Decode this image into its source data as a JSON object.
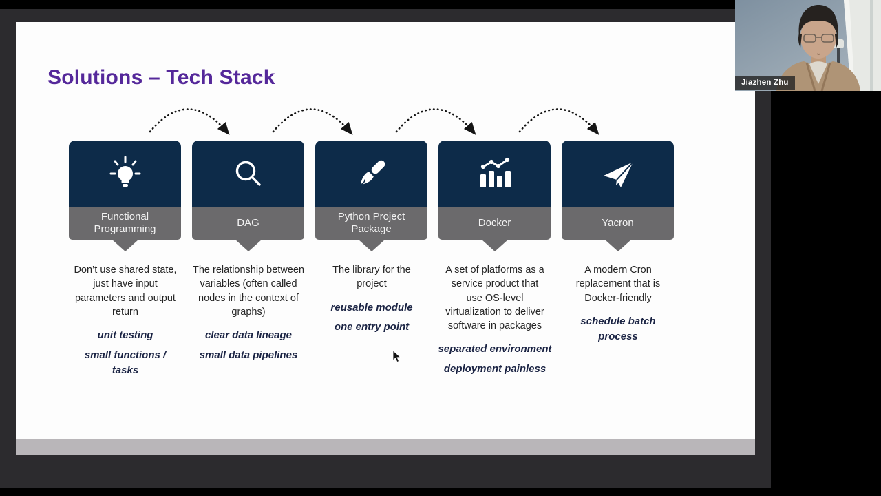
{
  "webcam": {
    "presenter_name": "Jiazhen Zhu"
  },
  "slide": {
    "title": "Solutions – Tech Stack",
    "cards": [
      {
        "icon": "lightbulb-icon",
        "label": "Functional Programming",
        "description": "Don’t use shared state, just have input parameters and output return",
        "highlights": [
          "unit testing",
          "small functions /\ntasks"
        ]
      },
      {
        "icon": "magnifier-icon",
        "label": "DAG",
        "description": "The relationship between variables (often called nodes in the context of graphs)",
        "highlights": [
          "clear data lineage",
          "small data pipelines"
        ]
      },
      {
        "icon": "paintbrush-icon",
        "label": "Python Project Package",
        "description": "The library for the project",
        "highlights": [
          "reusable module",
          "one entry point"
        ]
      },
      {
        "icon": "bar-chart-icon",
        "label": "Docker",
        "description": "A set of platforms as a service product that use OS-level virtualization to deliver software in packages",
        "highlights": [
          "separated environment",
          "deployment painless"
        ]
      },
      {
        "icon": "paper-plane-icon",
        "label": "Yacron",
        "description": "A modern Cron replacement that is Docker-friendly",
        "highlights": [
          "schedule batch\nprocess"
        ]
      }
    ]
  },
  "colors": {
    "title_purple": "#55289a",
    "card_navy": "#0d2b49",
    "card_gray": "#6b6a6c",
    "highlight_navy": "#1b2444",
    "slide_background": "#fdfdfd",
    "stage_background": "#2c2b2e",
    "scroll_strip": "#b9b6b9"
  }
}
